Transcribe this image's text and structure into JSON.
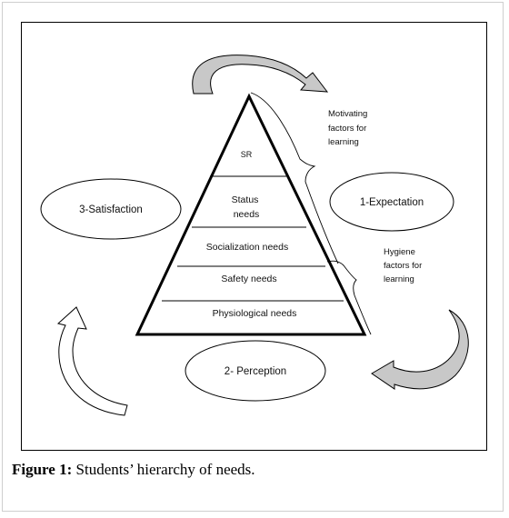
{
  "pyramid": {
    "levels": [
      "SR",
      "Status needs",
      "Socialization needs",
      "Safety needs",
      "Physiological needs"
    ]
  },
  "stages": {
    "expectation": "1-Expectation",
    "perception": "2- Perception",
    "satisfaction": "3-Satisfaction"
  },
  "brackets": {
    "motivating": [
      "Motivating",
      "factors for",
      "learning"
    ],
    "hygiene": [
      "Hygiene",
      "factors for",
      "learning"
    ]
  },
  "caption": {
    "label": "Figure 1:",
    "text": " Students’ hierarchy of needs."
  },
  "colors": {
    "arrow_fill": "#c8c8c8",
    "line": "#000000"
  }
}
